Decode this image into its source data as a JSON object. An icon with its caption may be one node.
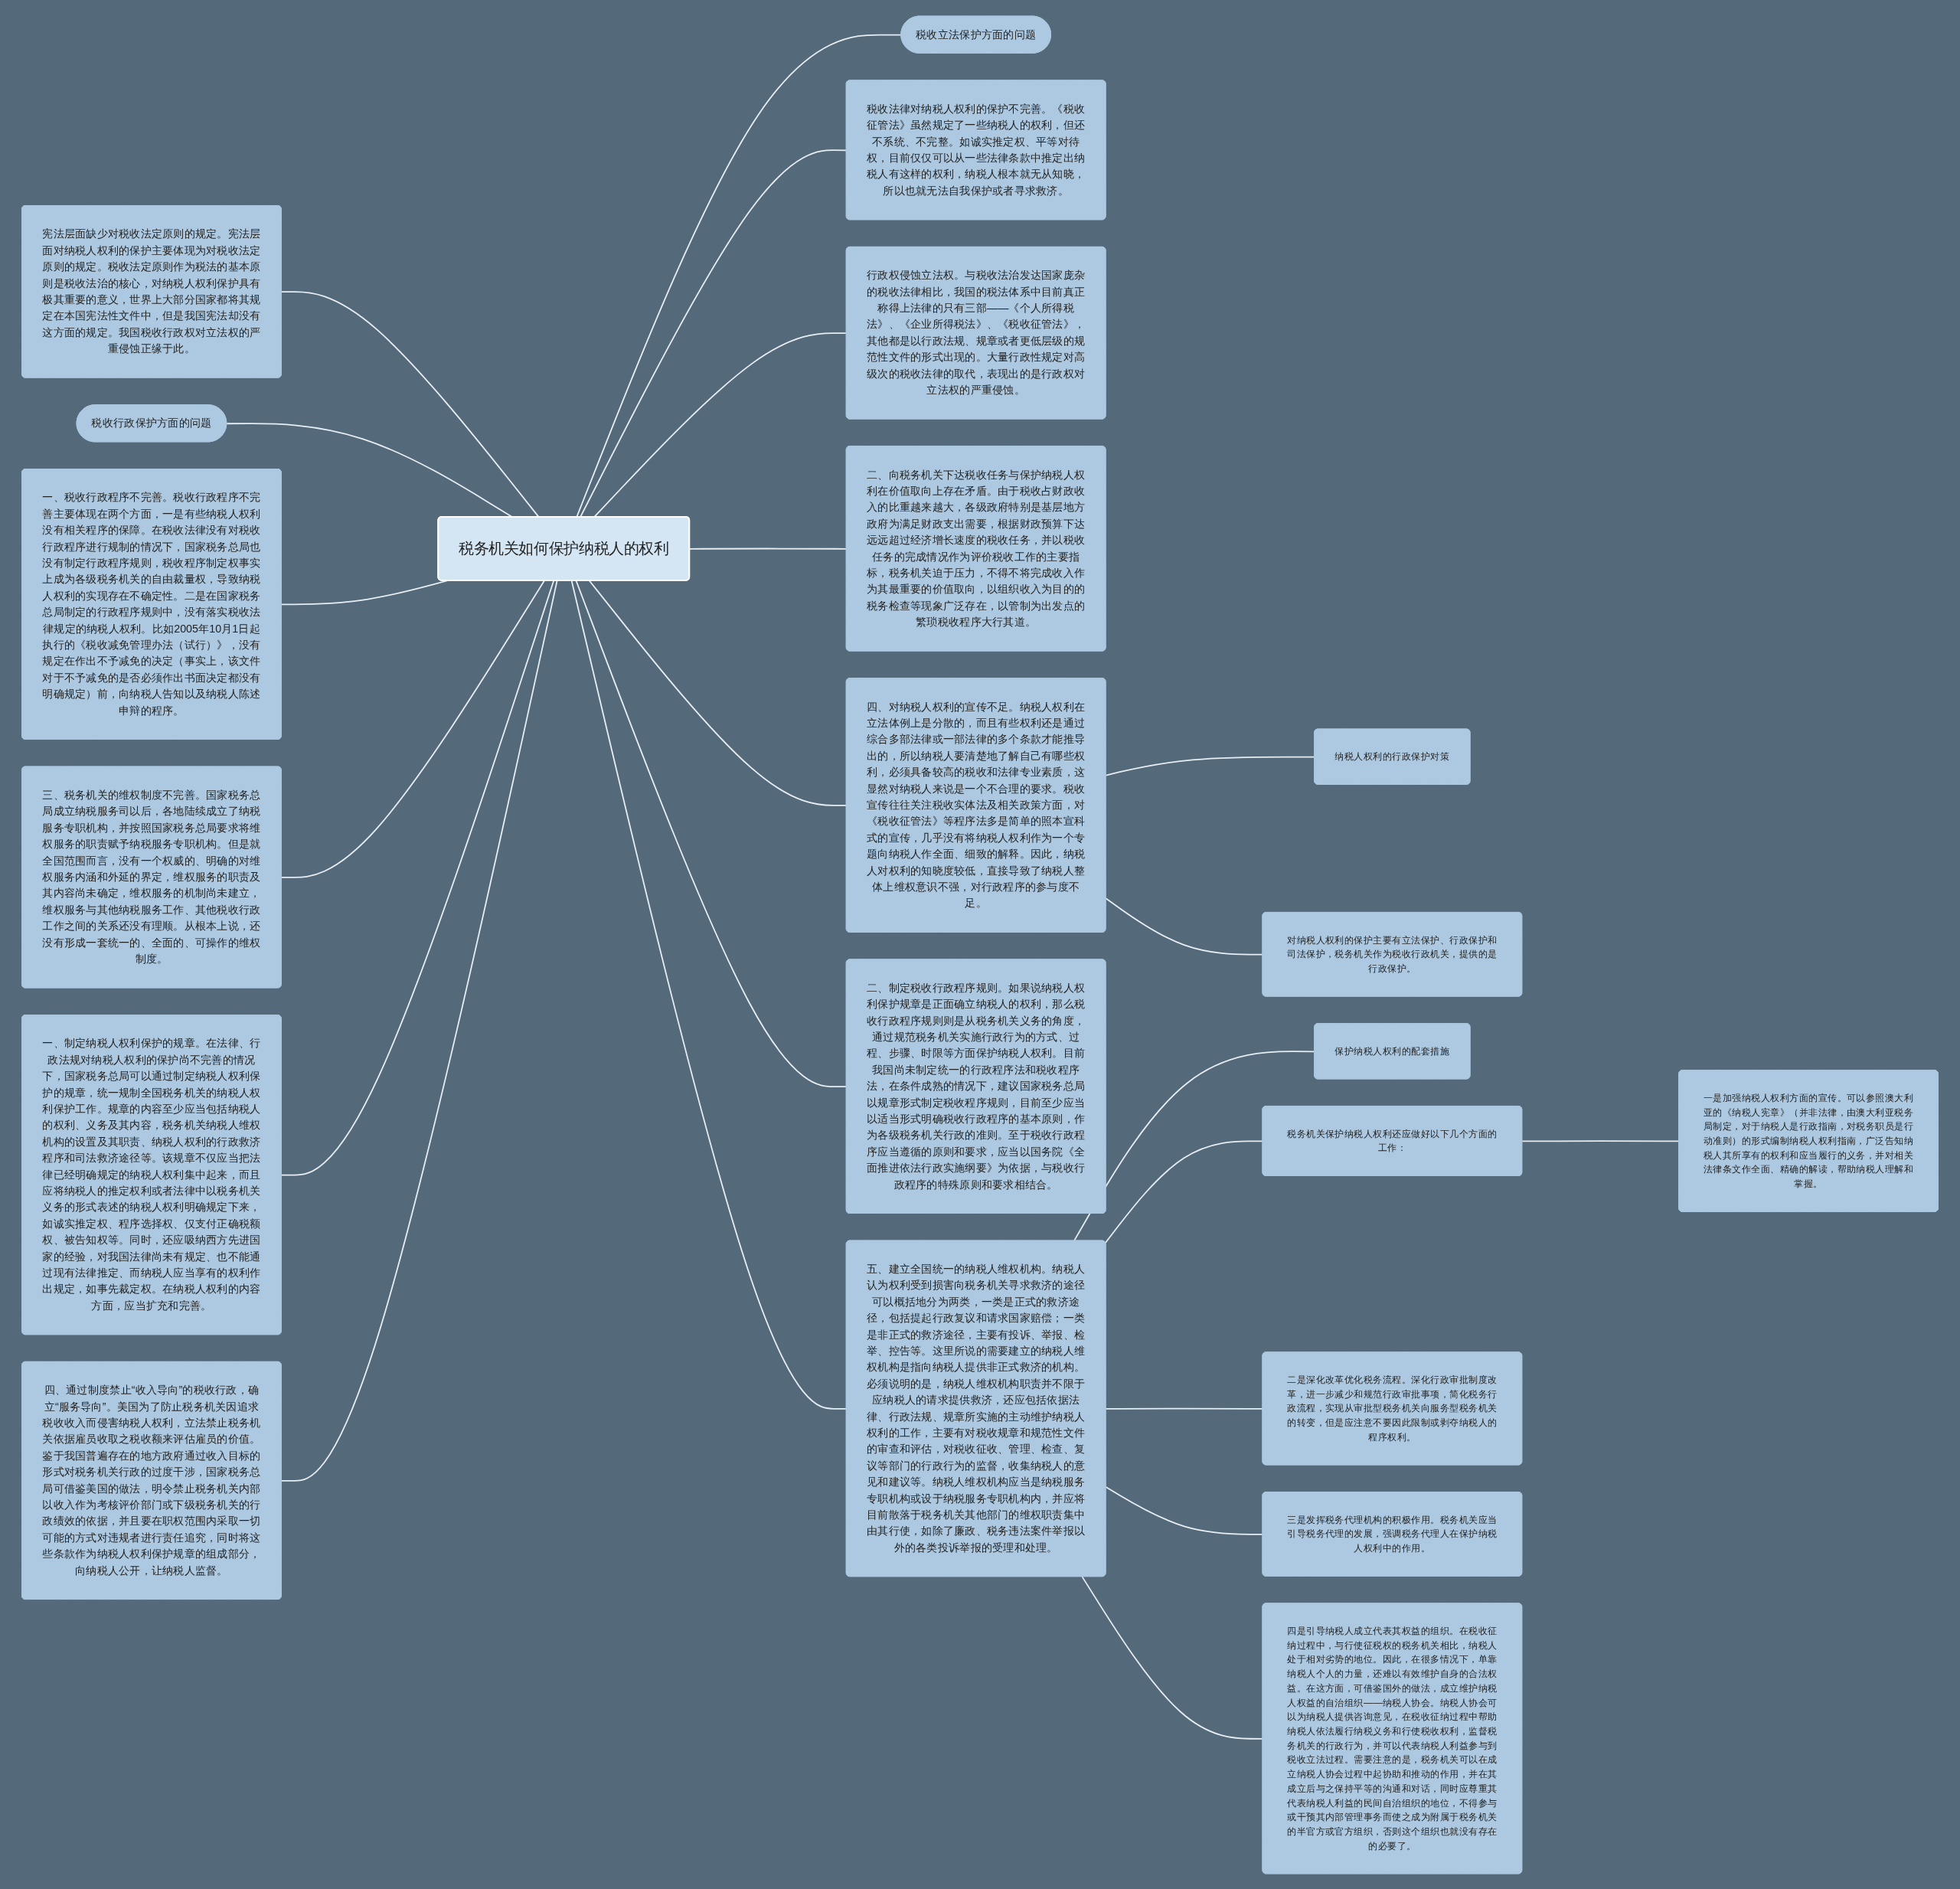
{
  "diagram": {
    "nodes": [
      {
        "text": [
          "税务机关如何保护纳税人的权利"
        ]
      },
      {
        "text": [
          "税收立法保护方面的问题"
        ]
      },
      {
        "text": [
          "税收法律对纳税人权利的保护不完善。《税收征管法》虽然规定了一些纳税人的权利，但还不系统、不完整。如诚实推定权、平等对待权，目前仅仅可以从一些法律条款中推定出纳税人有这样的权利，纳税人根本就无从知晓，所以也就无法自我保护或者寻求救济。"
        ]
      },
      {
        "text": [
          "行政权侵蚀立法权。与税收法治发达国家庞杂的税收法律相比，我国的税法体系中目前真正称得上法律的只有三部——《个人所得税法》、《企业所得税法》、《税收征管法》，其他都是以行政法规、规章或者更低层级的规范性文件的形式出现的。大量行政性规定对高级次的税收法律的取代，表现出的是行政权对立法权的严重侵蚀。"
        ]
      },
      {
        "text": [
          "二、向税务机关下达税收任务与保护纳税人权利在价值取向上存在矛盾。由于税收占财政收入的比重越来越大，各级政府特别是基层地方政府为满足财政支出需要，根据财政预算下达远远超过经济增长速度的税收任务，并以税收任务的完成情况作为评价税收工作的主要指标，税务机关迫于压力，不得不将完成收入作为其最重要的价值取向，以组织收入为目的的税务检查等现象广泛存在，以管制为出发点的繁琐税收程序大行其道。"
        ]
      },
      {
        "text": [
          "四、对纳税人权利的宣传不足。纳税人权利在立法体例上是分散的，而且有些权利还是通过综合多部法律或一部法律的多个条款才能推导出的，所以纳税人要清楚地了解自己有哪些权利，必须具备较高的税收和法律专业素质，这显然对纳税人来说是一个不合理的要求。税收宣传往往关注税收实体法及相关政策方面，对《税收征管法》等程序法多是简单的照本宣科式的宣传，几乎没有将纳税人权利作为一个专题向纳税人作全面、细致的解释。因此，纳税人对权利的知晓度较低，直接导致了纳税人整体上维权意识不强，对行政程序的参与度不足。"
        ]
      },
      {
        "text": [
          "纳税人权利的行政保护对策"
        ]
      },
      {
        "text": [
          "对纳税人权利的保护主要有立法保护、行政保护和司法保护，税务机关作为税收行政机关，提供的是行政保护。"
        ]
      },
      {
        "text": [
          "二、制定税收行政程序规则。如果说纳税人权利保护规章是正面确立纳税人的权利，那么税收行政程序规则则是从税务机关义务的角度，通过规范税务机关实施行政行为的方式、过程、步骤、时限等方面保护纳税人权利。目前我国尚未制定统一的行政程序法和税收程序法，在条件成熟的情况下，建议国家税务总局以规章形式制定税收程序规则，目前至少应当以适当形式明确税收行政程序的基本原则，作为各级税务机关行政的准则。至于税收行政程序应当遵循的原则和要求，应当以国务院《全面推进依法行政实施纲要》为依据，与税收行政程序的特殊原则和要求相结合。"
        ]
      },
      {
        "text": [
          "五、建立全国统一的纳税人维权机构。纳税人认为权利受到损害向税务机关寻求救济的途径可以概括地分为两类，一类是正式的救济途径，包括提起行政复议和请求国家赔偿；一类是非正式的救济途径，主要有投诉、举报、检举、控告等。这里所说的需要建立的纳税人维权机构是指向纳税人提供非正式救济的机构。必须说明的是，纳税人维权机构职责并不限于应纳税人的请求提供救济，还应包括依据法律、行政法规、规章所实施的主动维护纳税人权利的工作，主要有对税收规章和规范性文件的审查和评估，对税收征收、管理、检查、复议等部门的行政行为的监督，收集纳税人的意见和建议等。纳税人维权机构应当是纳税服务专职机构或设于纳税服务专职机构内，并应将目前散落于税务机关其他部门的维权职责集中由其行使，如除了廉政、税务违法案件举报以外的各类投诉举报的受理和处理。"
        ]
      },
      {
        "text": [
          "保护纳税人权利的配套措施"
        ]
      },
      {
        "text": [
          "税务机关保护纳税人权利还应做好以下几个方面的工作："
        ]
      },
      {
        "text": [
          "一是加强纳税人权利方面的宣传。可以参照澳大利亚的《纳税人宪章》（并非法律，由澳大利亚税务局制定，对于纳税人是行政指南，对税务职员是行动准则）的形式编制纳税人权利指南，广泛告知纳税人其所享有的权利和应当履行的义务，并对相关法律条文作全面、精确的解读，帮助纳税人理解和掌握。"
        ]
      },
      {
        "text": [
          "二是深化改革优化税务流程。深化行政审批制度改革，进一步减少和规范行政审批事项，简化税务行政流程，实现从审批型税务机关向服务型税务机关的转变，但是应注意不要因此限制或剥夺纳税人的程序权利。"
        ]
      },
      {
        "text": [
          "三是发挥税务代理机构的积极作用。税务机关应当引导税务代理的发展，强调税务代理人在保护纳税人权利中的作用。"
        ]
      },
      {
        "text": [
          "四是引导纳税人成立代表其权益的组织。在税收征纳过程中，与行使征税权的税务机关相比，纳税人处于相对劣势的地位。因此，在很多情况下，单靠纳税人个人的力量，还难以有效维护自身的合法权益。在这方面，可借鉴国外的做法，成立维护纳税人权益的自治组织——纳税人协会。纳税人协会可以为纳税人提供咨询意见，在税收征纳过程中帮助纳税人依法履行纳税义务和行使税收权利，监督税务机关的行政行为，并可以代表纳税人利益参与到税收立法过程。需要注意的是，税务机关可以在成立纳税人协会过程中起协助和推动的作用，并在其成立后与之保持平等的沟通和对话，同时应尊重其代表纳税人利益的民间自治组织的地位，不得参与或干预其内部管理事务而使之成为附属于税务机关的半官方或官方组织，否则这个组织也就没有存在的必要了。"
        ]
      },
      {
        "text": [
          "宪法层面缺少对税收法定原则的规定。宪法层面对纳税人权利的保护主要体现为对税收法定原则的规定。税收法定原则作为税法的基本原则是税收法治的核心，对纳税人权利保护具有极其重要的意义，世界上大部分国家都将其规定在本国宪法性文件中，但是我国宪法却没有这方面的规定。我国税收行政权对立法权的严重侵蚀正缘于此。"
        ]
      },
      {
        "text": [
          "税收行政保护方面的问题"
        ]
      },
      {
        "text": [
          "一、税收行政程序不完善。税收行政程序不完善主要体现在两个方面，一是有些纳税人权利没有相关程序的保障。在税收法律没有对税收行政程序进行规制的情况下，国家税务总局也没有制定行政程序规则，税收程序制定权事实上成为各级税务机关的自由裁量权，导致纳税人权利的实现存在不确定性。二是在国家税务总局制定的行政程序规则中，没有落实税收法律规定的纳税人权利。比如2005年10月1日起执行的《税收减免管理办法（试行）》，没有规定在作出不予减免的决定（事实上，该文件对于不予减免的是否必须作出书面决定都没有明确规定）前，向纳税人告知以及纳税人陈述申辩的程序。"
        ]
      },
      {
        "text": [
          "三、税务机关的维权制度不完善。国家税务总局成立纳税服务司以后，各地陆续成立了纳税服务专职机构，并按照国家税务总局要求将维权服务的职责赋予纳税服务专职机构。但是就全国范围而言，没有一个权威的、明确的对维权服务内涵和外延的界定，维权服务的职责及其内容尚未确定，维权服务的机制尚未建立，维权服务与其他纳税服务工作、其他税收行政工作之间的关系还没有理顺。从根本上说，还没有形成一套统一的、全面的、可操作的维权制度。"
        ]
      },
      {
        "text": [
          "一、制定纳税人权利保护的规章。在法律、行政法规对纳税人权利的保护尚不完善的情况下，国家税务总局可以通过制定纳税人权利保护的规章，统一规制全国税务机关的纳税人权利保护工作。规章的内容至少应当包括纳税人的权利、义务及其内容，税务机关纳税人维权机构的设置及其职责、纳税人权利的行政救济程序和司法救济途径等。该规章不仅应当把法律已经明确规定的纳税人权利集中起来，而且应将纳税人的推定权利或者法律中以税务机关义务的形式表述的纳税人权利明确规定下来，如诚实推定权、程序选择权、仅支付正确税额权、被告知权等。同时，还应吸纳西方先进国家的经验，对我国法律尚未有规定、也不能通过现有法律推定、而纳税人应当享有的权利作出规定，如事先裁定权。在纳税人权利的内容方面，应当扩充和完善。"
        ]
      },
      {
        "text": [
          "四、通过制度禁止“收入导向”的税收行政，确立“服务导向”。美国为了防止税务机关因追求税收收入而侵害纳税人权利，立法禁止税务机关依据雇员收取之税收额来评估雇员的价值。鉴于我国普遍存在的地方政府通过收入目标的形式对税务机关行政的过度干涉，国家税务总局可借鉴美国的做法，明令禁止税务机关内部以收入作为考核评价部门或下级税务机关的行政绩效的依据，并且要在职权范围内采取一切可能的方式对违规者进行责任追究，同时将这些条款作为纳税人权利保护规章的组成部分，向纳税人公开，让纳税人监督。"
        ]
      }
    ],
    "edges": [
      {
        "from": 16,
        "to": 0,
        "arrow": "none"
      },
      {
        "from": 17,
        "to": 0,
        "arrow": "none"
      },
      {
        "from": 18,
        "to": 0,
        "arrow": "none"
      },
      {
        "from": 19,
        "to": 0,
        "arrow": "none"
      },
      {
        "from": 20,
        "to": 0,
        "arrow": "none"
      },
      {
        "from": 21,
        "to": 0,
        "arrow": "none"
      },
      {
        "from": 0,
        "to": 1,
        "arrow": "none"
      },
      {
        "from": 0,
        "to": 2,
        "arrow": "none"
      },
      {
        "from": 0,
        "to": 3,
        "arrow": "none"
      },
      {
        "from": 0,
        "to": 4,
        "arrow": "none"
      },
      {
        "from": 0,
        "to": 5,
        "arrow": "none"
      },
      {
        "from": 0,
        "to": 8,
        "arrow": "none"
      },
      {
        "from": 0,
        "to": 9,
        "arrow": "none"
      },
      {
        "from": 5,
        "to": 6,
        "arrow": "none"
      },
      {
        "from": 5,
        "to": 7,
        "arrow": "none"
      },
      {
        "from": 9,
        "to": 10,
        "arrow": "none"
      },
      {
        "from": 9,
        "to": 11,
        "arrow": "none"
      },
      {
        "from": 11,
        "to": 12,
        "arrow": "none"
      },
      {
        "from": 9,
        "to": 13,
        "arrow": "none"
      },
      {
        "from": 9,
        "to": 14,
        "arrow": "none"
      },
      {
        "from": 9,
        "to": 15,
        "arrow": "none"
      }
    ]
  }
}
